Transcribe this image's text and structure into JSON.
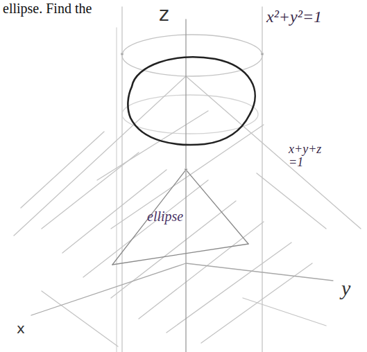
{
  "diagram": {
    "labels": [
      "ellipse. Find the",
      "z",
      "x²+y²=1",
      "x+y+z =1",
      "ellipse",
      "y",
      "x"
    ]
  }
}
